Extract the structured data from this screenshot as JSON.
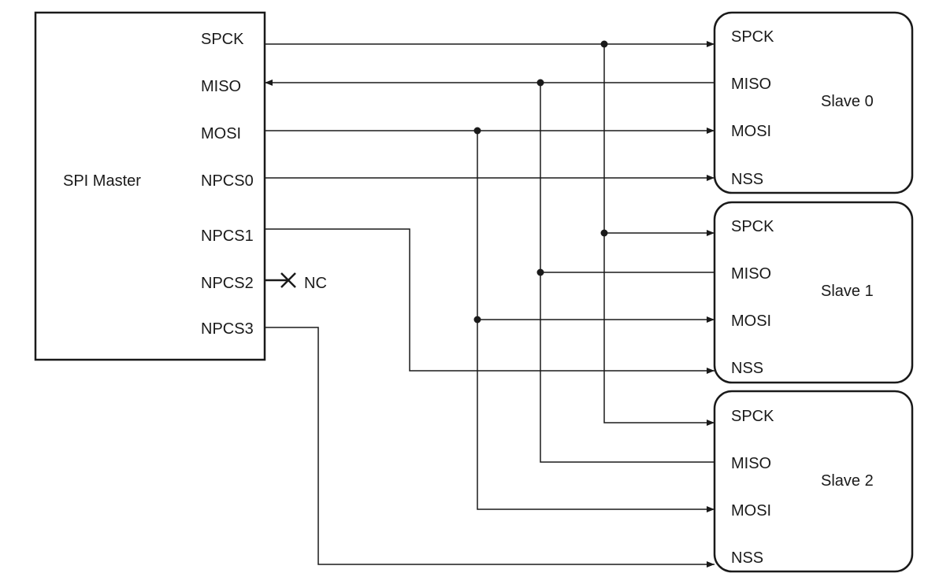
{
  "master": {
    "title": "SPI Master",
    "pins": {
      "spck": "SPCK",
      "miso": "MISO",
      "mosi": "MOSI",
      "npcs0": "NPCS0",
      "npcs1": "NPCS1",
      "npcs2": "NPCS2",
      "npcs3": "NPCS3"
    },
    "nc_label": "NC"
  },
  "slaves": [
    {
      "title": "Slave 0",
      "pins": {
        "spck": "SPCK",
        "miso": "MISO",
        "mosi": "MOSI",
        "nss": "NSS"
      }
    },
    {
      "title": "Slave 1",
      "pins": {
        "spck": "SPCK",
        "miso": "MISO",
        "mosi": "MOSI",
        "nss": "NSS"
      }
    },
    {
      "title": "Slave 2",
      "pins": {
        "spck": "SPCK",
        "miso": "MISO",
        "mosi": "MOSI",
        "nss": "NSS"
      }
    }
  ]
}
